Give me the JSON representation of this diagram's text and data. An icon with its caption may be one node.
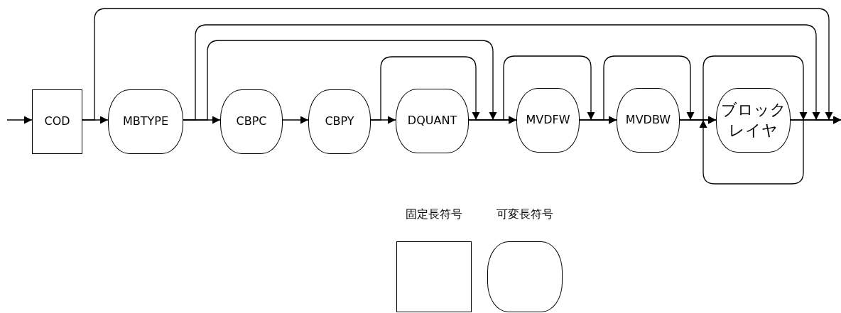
{
  "diagram": {
    "nodes": [
      {
        "text": [
          "COD"
        ]
      },
      {
        "text": [
          "MBTYPE"
        ]
      },
      {
        "text": [
          "CBPC"
        ]
      },
      {
        "text": [
          "CBPY"
        ]
      },
      {
        "text": [
          "DQUANT"
        ]
      },
      {
        "text": [
          "MVDFW"
        ]
      },
      {
        "text": [
          "MVDBW"
        ]
      },
      {
        "text": [
          "ブロックレイヤ"
        ]
      },
      {
        "text": [
          "固定長符号"
        ]
      },
      {
        "text": [
          "可変長符号"
        ]
      }
    ],
    "edges": [
      {
        "from": null,
        "to": 0,
        "arrow": "to"
      },
      {
        "from": 0,
        "to": 1,
        "arrow": "to"
      },
      {
        "from": 0,
        "to": null,
        "arrow": "to"
      },
      {
        "from": 1,
        "to": 2,
        "arrow": "to"
      },
      {
        "from": 1,
        "to": null,
        "arrow": "to"
      },
      {
        "from": 1,
        "to": 5,
        "arrow": "to"
      },
      {
        "from": 2,
        "to": 3,
        "arrow": "to"
      },
      {
        "from": 3,
        "to": 4,
        "arrow": "to"
      },
      {
        "from": 3,
        "to": 5,
        "arrow": "to"
      },
      {
        "from": 4,
        "to": 5,
        "arrow": "to"
      },
      {
        "from": 4,
        "to": 6,
        "arrow": "to"
      },
      {
        "from": 5,
        "to": 6,
        "arrow": "to"
      },
      {
        "from": 5,
        "to": 7,
        "arrow": "to"
      },
      {
        "from": 6,
        "to": 7,
        "arrow": "to"
      },
      {
        "from": 6,
        "to": null,
        "arrow": "to"
      },
      {
        "from": 7,
        "to": 7,
        "arrow": "to"
      },
      {
        "from": 7,
        "to": null,
        "arrow": "to"
      }
    ]
  }
}
